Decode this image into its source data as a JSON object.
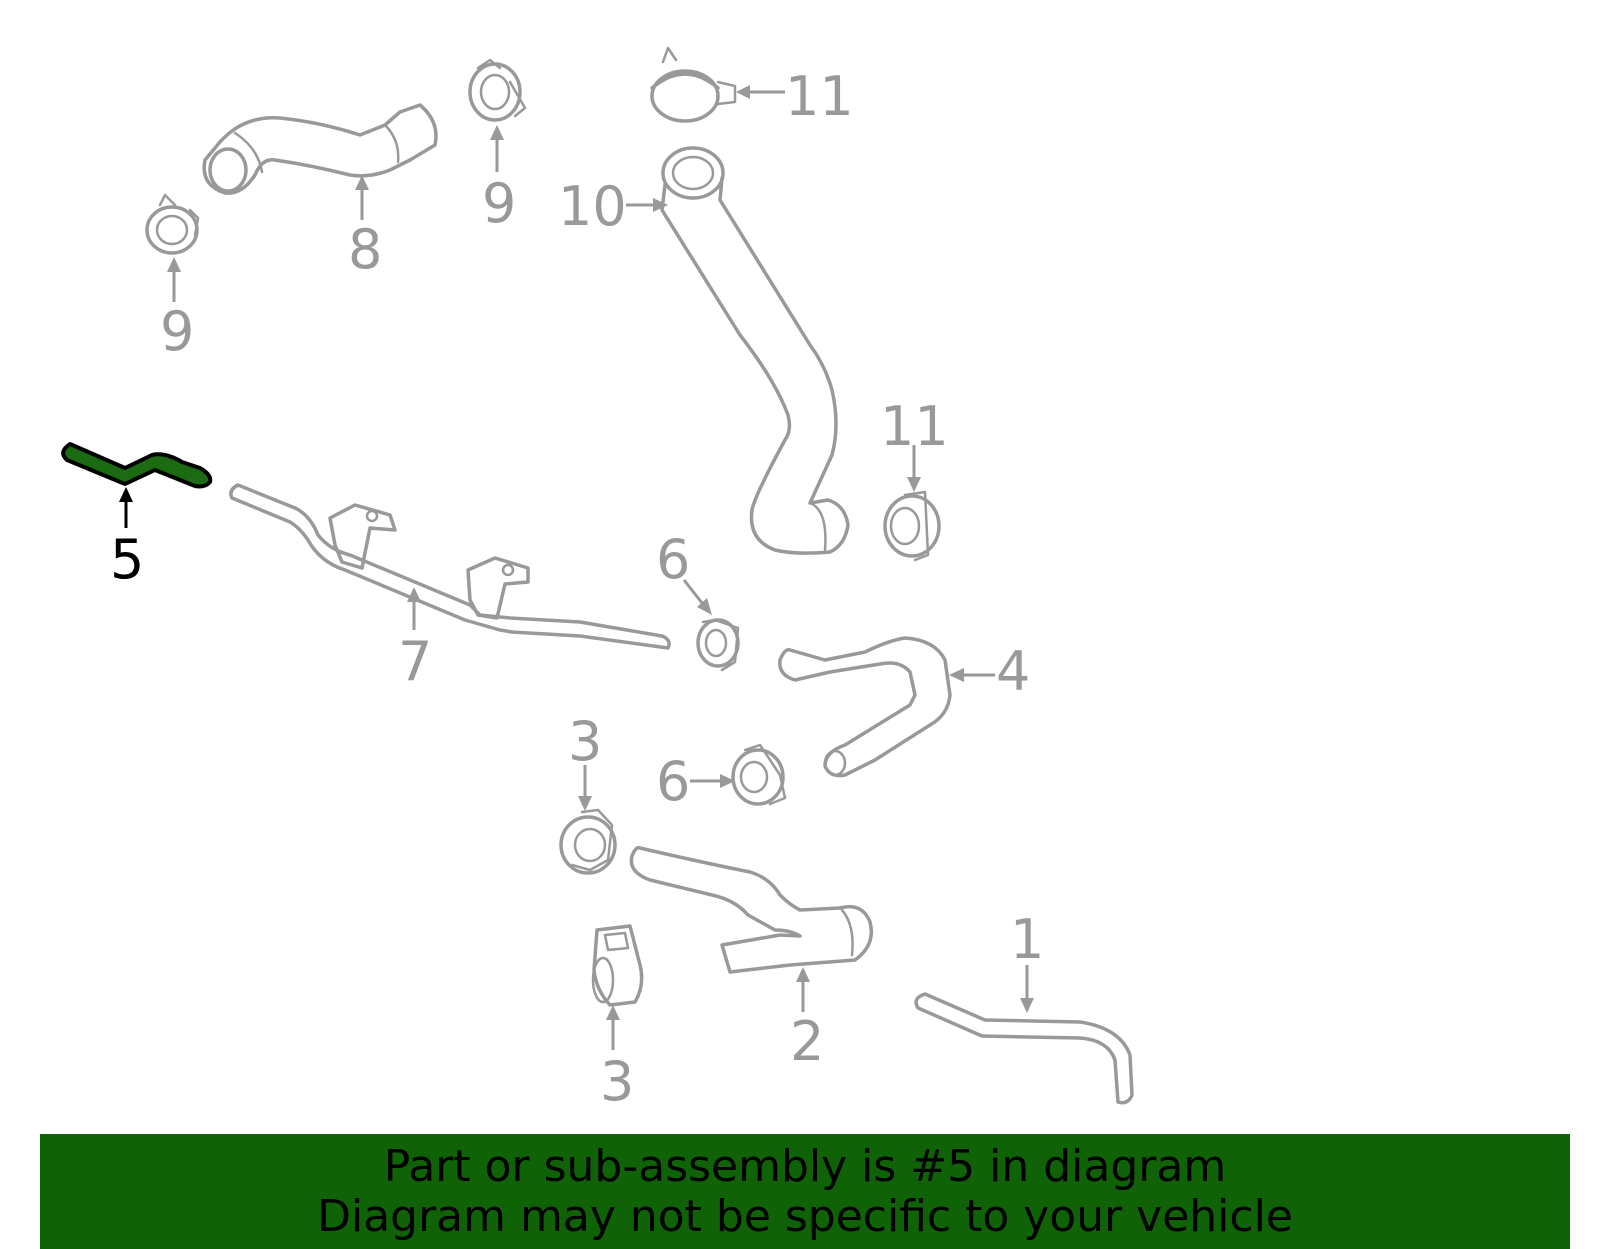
{
  "diagram": {
    "highlight_part": "5",
    "colors": {
      "part_stroke": "#999999",
      "highlight_fill": "#1b6b12",
      "highlight_stroke": "#000000",
      "banner_background": "#0f6306",
      "banner_text": "#000000"
    },
    "callouts": [
      {
        "id": "c11a",
        "label": "11"
      },
      {
        "id": "c9a",
        "label": "9"
      },
      {
        "id": "c8",
        "label": "8"
      },
      {
        "id": "c9b",
        "label": "9"
      },
      {
        "id": "c10",
        "label": "10"
      },
      {
        "id": "c11b",
        "label": "11"
      },
      {
        "id": "c5",
        "label": "5"
      },
      {
        "id": "c6a",
        "label": "6"
      },
      {
        "id": "c7",
        "label": "7"
      },
      {
        "id": "c4",
        "label": "4"
      },
      {
        "id": "c3a",
        "label": "3"
      },
      {
        "id": "c6b",
        "label": "6"
      },
      {
        "id": "c1",
        "label": "1"
      },
      {
        "id": "c2",
        "label": "2"
      },
      {
        "id": "c3b",
        "label": "3"
      }
    ]
  },
  "banner": {
    "line1": "Part or sub-assembly is #5 in diagram",
    "line2": "Diagram may not be specific to your vehicle"
  }
}
